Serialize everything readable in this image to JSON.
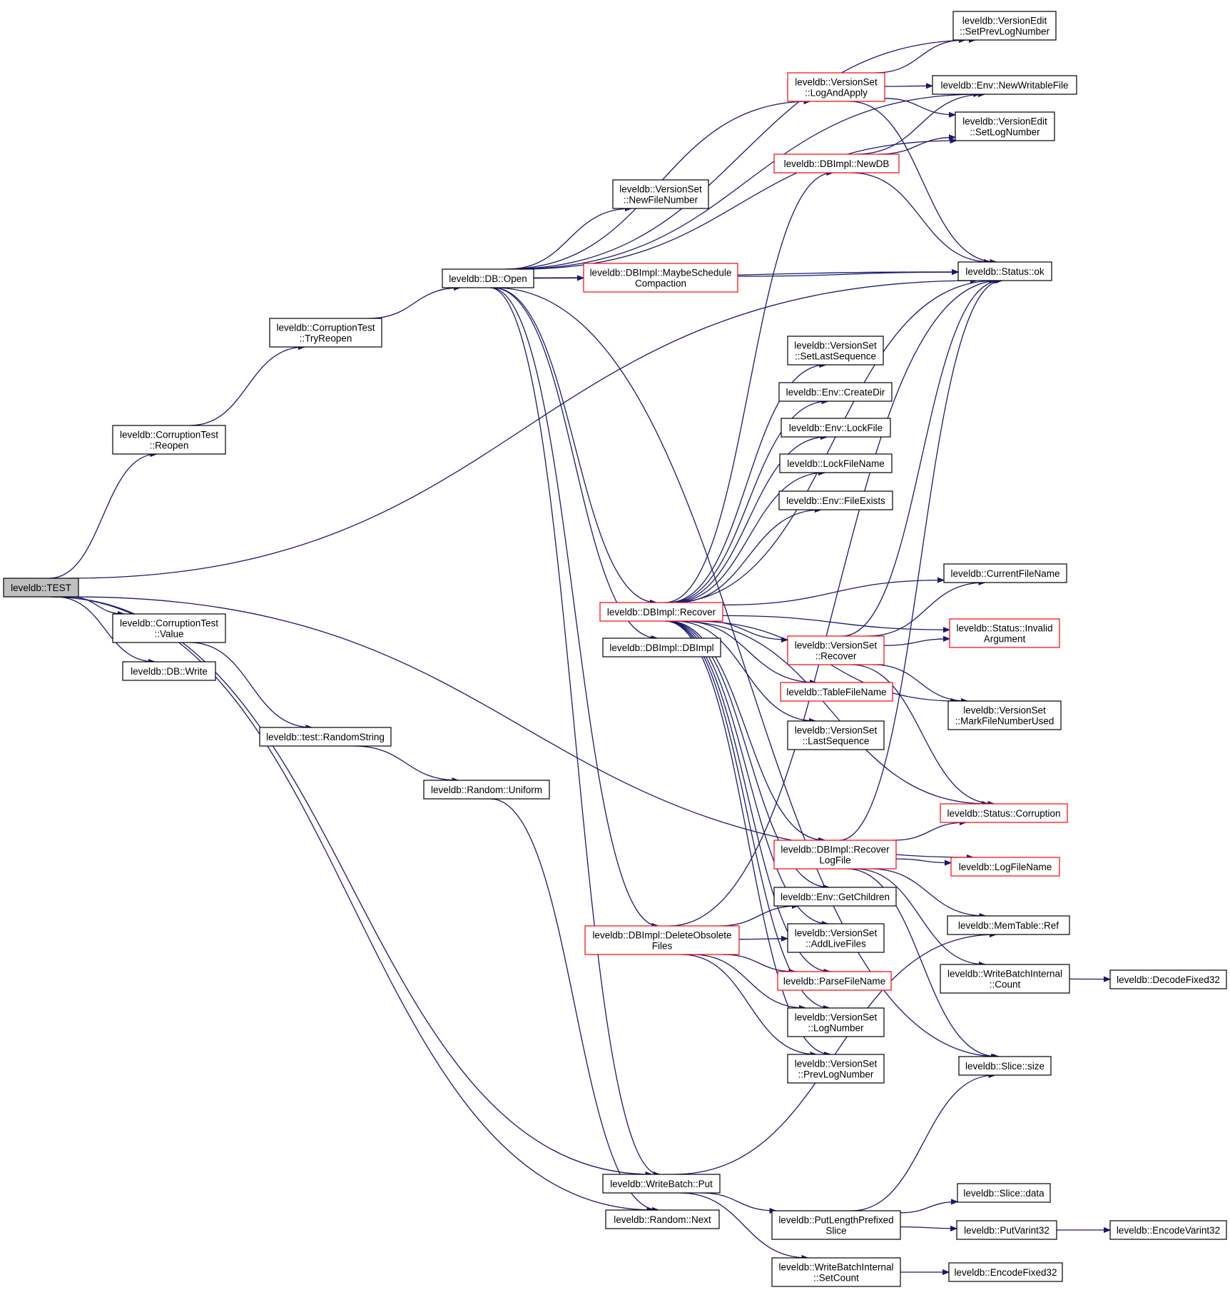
{
  "title": "leveldb::TEST call graph",
  "colors": {
    "edge": "#191970",
    "border_default": "#000000",
    "border_truncated": "#ff0000",
    "root_fill": "#bfbfbf"
  },
  "nodes": {
    "test": {
      "lines": [
        "leveldb::TEST"
      ],
      "style": "root"
    },
    "reopen": {
      "lines": [
        "leveldb::CorruptionTest",
        "::Reopen"
      ],
      "style": "normal"
    },
    "tryreopen": {
      "lines": [
        "leveldb::CorruptionTest",
        "::TryReopen"
      ],
      "style": "normal"
    },
    "dbopen": {
      "lines": [
        "leveldb::DB::Open"
      ],
      "style": "normal"
    },
    "value": {
      "lines": [
        "leveldb::CorruptionTest",
        "::Value"
      ],
      "style": "normal"
    },
    "dbwrite": {
      "lines": [
        "leveldb::DB::Write"
      ],
      "style": "normal"
    },
    "randomstring": {
      "lines": [
        "leveldb::test::RandomString"
      ],
      "style": "normal"
    },
    "uniform": {
      "lines": [
        "leveldb::Random::Uniform"
      ],
      "style": "normal"
    },
    "setprevlog": {
      "lines": [
        "leveldb::VersionEdit",
        "::SetPrevLogNumber"
      ],
      "style": "normal"
    },
    "logandapply": {
      "lines": [
        "leveldb::VersionSet",
        "::LogAndApply"
      ],
      "style": "red"
    },
    "newwritable": {
      "lines": [
        "leveldb::Env::NewWritableFile"
      ],
      "style": "normal"
    },
    "setlognumber": {
      "lines": [
        "leveldb::VersionEdit",
        "::SetLogNumber"
      ],
      "style": "normal"
    },
    "newdb": {
      "lines": [
        "leveldb::DBImpl::NewDB"
      ],
      "style": "red"
    },
    "newfilenumber": {
      "lines": [
        "leveldb::VersionSet",
        "::NewFileNumber"
      ],
      "style": "normal"
    },
    "statusok": {
      "lines": [
        "leveldb::Status::ok"
      ],
      "style": "normal"
    },
    "maybeschedule": {
      "lines": [
        "leveldb::DBImpl::MaybeSchedule",
        "Compaction"
      ],
      "style": "red"
    },
    "setlastseq": {
      "lines": [
        "leveldb::VersionSet",
        "::SetLastSequence"
      ],
      "style": "normal"
    },
    "createdir": {
      "lines": [
        "leveldb::Env::CreateDir"
      ],
      "style": "normal"
    },
    "lockfile": {
      "lines": [
        "leveldb::Env::LockFile"
      ],
      "style": "normal"
    },
    "lockfilename": {
      "lines": [
        "leveldb::LockFileName"
      ],
      "style": "normal"
    },
    "fileexists": {
      "lines": [
        "leveldb::Env::FileExists"
      ],
      "style": "normal"
    },
    "currentfilename": {
      "lines": [
        "leveldb::CurrentFileName"
      ],
      "style": "normal"
    },
    "dbrecover": {
      "lines": [
        "leveldb::DBImpl::Recover"
      ],
      "style": "red"
    },
    "invalidarg": {
      "lines": [
        "leveldb::Status::Invalid",
        "Argument"
      ],
      "style": "red"
    },
    "dbimpl": {
      "lines": [
        "leveldb::DBImpl::DBImpl"
      ],
      "style": "normal"
    },
    "vsrecover": {
      "lines": [
        "leveldb::VersionSet",
        "::Recover"
      ],
      "style": "red"
    },
    "tablefilename": {
      "lines": [
        "leveldb::TableFileName"
      ],
      "style": "red"
    },
    "markfilenum": {
      "lines": [
        "leveldb::VersionSet",
        "::MarkFileNumberUsed"
      ],
      "style": "normal"
    },
    "lastsequence": {
      "lines": [
        "leveldb::VersionSet",
        "::LastSequence"
      ],
      "style": "normal"
    },
    "corruption": {
      "lines": [
        "leveldb::Status::Corruption"
      ],
      "style": "red"
    },
    "recoverlog": {
      "lines": [
        "leveldb::DBImpl::Recover",
        "LogFile"
      ],
      "style": "red"
    },
    "logfilename": {
      "lines": [
        "leveldb::LogFileName"
      ],
      "style": "red"
    },
    "getchildren": {
      "lines": [
        "leveldb::Env::GetChildren"
      ],
      "style": "normal"
    },
    "memtableref": {
      "lines": [
        "leveldb::MemTable::Ref"
      ],
      "style": "normal"
    },
    "deleteobsolete": {
      "lines": [
        "leveldb::DBImpl::DeleteObsolete",
        "Files"
      ],
      "style": "red"
    },
    "addlivefiles": {
      "lines": [
        "leveldb::VersionSet",
        "::AddLiveFiles"
      ],
      "style": "normal"
    },
    "parsefilename": {
      "lines": [
        "leveldb::ParseFileName"
      ],
      "style": "red"
    },
    "wbicount": {
      "lines": [
        "leveldb::WriteBatchInternal",
        "::Count"
      ],
      "style": "normal"
    },
    "decodefixed32": {
      "lines": [
        "leveldb::DecodeFixed32"
      ],
      "style": "normal"
    },
    "lognumber": {
      "lines": [
        "leveldb::VersionSet",
        "::LogNumber"
      ],
      "style": "normal"
    },
    "prevlognumber": {
      "lines": [
        "leveldb::VersionSet",
        "::PrevLogNumber"
      ],
      "style": "normal"
    },
    "slicesize": {
      "lines": [
        "leveldb::Slice::size"
      ],
      "style": "normal"
    },
    "wbput": {
      "lines": [
        "leveldb::WriteBatch::Put"
      ],
      "style": "normal"
    },
    "randomnext": {
      "lines": [
        "leveldb::Random::Next"
      ],
      "style": "normal"
    },
    "slicedata": {
      "lines": [
        "leveldb::Slice::data"
      ],
      "style": "normal"
    },
    "putlenprefixed": {
      "lines": [
        "leveldb::PutLengthPrefixed",
        "Slice"
      ],
      "style": "normal"
    },
    "putvarint32": {
      "lines": [
        "leveldb::PutVarint32"
      ],
      "style": "normal"
    },
    "encodevarint32": {
      "lines": [
        "leveldb::EncodeVarint32"
      ],
      "style": "normal"
    },
    "wbisetcount": {
      "lines": [
        "leveldb::WriteBatchInternal",
        "::SetCount"
      ],
      "style": "normal"
    },
    "encodefixed32": {
      "lines": [
        "leveldb::EncodeFixed32"
      ],
      "style": "normal"
    }
  },
  "edges": [
    [
      "test",
      "reopen"
    ],
    [
      "test",
      "value"
    ],
    [
      "test",
      "dbwrite"
    ],
    [
      "test",
      "statusok"
    ],
    [
      "test",
      "wbput"
    ],
    [
      "test",
      "randomnext"
    ],
    [
      "test",
      "logfilename"
    ],
    [
      "reopen",
      "tryreopen"
    ],
    [
      "tryreopen",
      "dbopen"
    ],
    [
      "value",
      "randomstring"
    ],
    [
      "randomstring",
      "uniform"
    ],
    [
      "uniform",
      "randomnext"
    ],
    [
      "dbopen",
      "setprevlog"
    ],
    [
      "dbopen",
      "newwritable"
    ],
    [
      "dbopen",
      "logandapply"
    ],
    [
      "dbopen",
      "setlognumber"
    ],
    [
      "dbopen",
      "newfilenumber"
    ],
    [
      "dbopen",
      "statusok"
    ],
    [
      "dbopen",
      "maybeschedule"
    ],
    [
      "dbopen",
      "dbrecover"
    ],
    [
      "dbopen",
      "dbimpl"
    ],
    [
      "dbopen",
      "deleteobsolete"
    ],
    [
      "dbopen",
      "wbput"
    ],
    [
      "dbopen",
      "slicesize"
    ],
    [
      "logandapply",
      "setprevlog"
    ],
    [
      "logandapply",
      "newwritable"
    ],
    [
      "logandapply",
      "setlognumber"
    ],
    [
      "logandapply",
      "statusok"
    ],
    [
      "newdb",
      "newwritable"
    ],
    [
      "newdb",
      "setlognumber"
    ],
    [
      "newdb",
      "statusok"
    ],
    [
      "maybeschedule",
      "statusok"
    ],
    [
      "dbrecover",
      "newdb"
    ],
    [
      "dbrecover",
      "statusok"
    ],
    [
      "dbrecover",
      "setlastseq"
    ],
    [
      "dbrecover",
      "createdir"
    ],
    [
      "dbrecover",
      "lockfile"
    ],
    [
      "dbrecover",
      "lockfilename"
    ],
    [
      "dbrecover",
      "fileexists"
    ],
    [
      "dbrecover",
      "currentfilename"
    ],
    [
      "dbrecover",
      "invalidarg"
    ],
    [
      "dbrecover",
      "vsrecover"
    ],
    [
      "dbrecover",
      "tablefilename"
    ],
    [
      "dbrecover",
      "lastsequence"
    ],
    [
      "dbrecover",
      "markfilenum"
    ],
    [
      "dbrecover",
      "corruption"
    ],
    [
      "dbrecover",
      "recoverlog"
    ],
    [
      "dbrecover",
      "getchildren"
    ],
    [
      "dbrecover",
      "addlivefiles"
    ],
    [
      "dbrecover",
      "parsefilename"
    ],
    [
      "dbrecover",
      "lognumber"
    ],
    [
      "dbrecover",
      "prevlognumber"
    ],
    [
      "vsrecover",
      "currentfilename"
    ],
    [
      "vsrecover",
      "invalidarg"
    ],
    [
      "vsrecover",
      "statusok"
    ],
    [
      "vsrecover",
      "markfilenum"
    ],
    [
      "vsrecover",
      "corruption"
    ],
    [
      "recoverlog",
      "corruption"
    ],
    [
      "recoverlog",
      "logfilename"
    ],
    [
      "recoverlog",
      "statusok"
    ],
    [
      "recoverlog",
      "memtableref"
    ],
    [
      "recoverlog",
      "wbicount"
    ],
    [
      "recoverlog",
      "slicesize"
    ],
    [
      "deleteobsolete",
      "getchildren"
    ],
    [
      "deleteobsolete",
      "addlivefiles"
    ],
    [
      "deleteobsolete",
      "parsefilename"
    ],
    [
      "deleteobsolete",
      "lognumber"
    ],
    [
      "deleteobsolete",
      "prevlognumber"
    ],
    [
      "deleteobsolete",
      "statusok"
    ],
    [
      "wbicount",
      "decodefixed32"
    ],
    [
      "wbput",
      "putlenprefixed"
    ],
    [
      "wbput",
      "wbisetcount"
    ],
    [
      "wbput",
      "memtableref"
    ],
    [
      "putlenprefixed",
      "slicedata"
    ],
    [
      "putlenprefixed",
      "putvarint32"
    ],
    [
      "putlenprefixed",
      "slicesize"
    ],
    [
      "putvarint32",
      "encodevarint32"
    ],
    [
      "wbisetcount",
      "encodefixed32"
    ]
  ]
}
